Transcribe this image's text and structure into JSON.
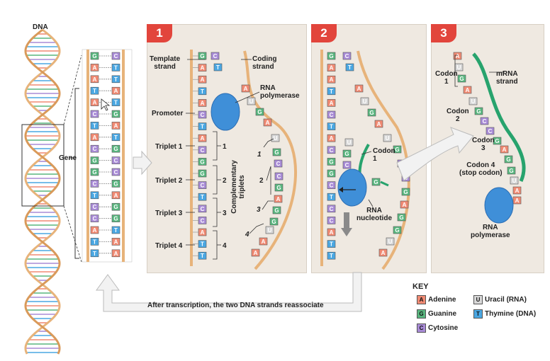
{
  "labels": {
    "dna": "DNA",
    "gene": "Gene",
    "template_strand": "Template\nstrand",
    "coding_strand": "Coding\nstrand",
    "rna_polymerase": "RNA\npolymerase",
    "promoter": "Promoter",
    "triplet1": "Triplet 1",
    "triplet2": "Triplet 2",
    "triplet3": "Triplet 3",
    "triplet4": "Triplet 4",
    "num1": "1",
    "num2": "2",
    "num3": "3",
    "num4": "4",
    "complementary_triplets": "Complementary\ntriplets",
    "codon1": "Codon\n1",
    "rna_nucleotide": "RNA\nnucleotide",
    "mrna_strand": "mRNA\nstrand",
    "codon2": "Codon\n2",
    "codon3": "Codon\n3",
    "codon4": "Codon 4\n(stop codon)",
    "rna_polymerase_3": "RNA\npolymerase",
    "reassociate": "After transcription, the two DNA strands reassociate"
  },
  "panels": [
    "1",
    "2",
    "3"
  ],
  "key": {
    "title": "KEY",
    "items": [
      {
        "letter": "A",
        "name": "Adenine",
        "color": "#f08a73"
      },
      {
        "letter": "U",
        "name": "Uracil (RNA)",
        "color": "#d8d8d8"
      },
      {
        "letter": "G",
        "name": "Guanine",
        "color": "#59b67f"
      },
      {
        "letter": "T",
        "name": "Thymine (DNA)",
        "color": "#4aa7e2"
      },
      {
        "letter": "C",
        "name": "Cytosine",
        "color": "#a88bd6"
      }
    ]
  },
  "gene_sequence": {
    "template": [
      "G",
      "A",
      "A",
      "T",
      "A",
      "C",
      "T",
      "A",
      "C",
      "G",
      "G",
      "C",
      "T",
      "C",
      "C",
      "A",
      "T",
      "T"
    ],
    "coding": [
      "C",
      "T",
      "T",
      "A",
      "T",
      "G",
      "A",
      "T",
      "G",
      "C",
      "C",
      "G",
      "A",
      "G",
      "G",
      "T",
      "A",
      "A"
    ]
  },
  "panel1_template": [
    "G",
    "A",
    "A",
    "T",
    "A",
    "C",
    "T",
    "A",
    "C",
    "G",
    "G",
    "C",
    "T",
    "C",
    "C",
    "A",
    "T",
    "T"
  ],
  "panel1_rna": [
    "A",
    "U",
    "G",
    "A",
    "U",
    "G",
    "C",
    "C",
    "G",
    "A",
    "G",
    "G",
    "U",
    "A",
    "A"
  ],
  "mrna_bases": [
    "A",
    "U",
    "G",
    "A",
    "U",
    "G",
    "C",
    "C",
    "G",
    "A",
    "G",
    "G",
    "U",
    "A",
    "A"
  ],
  "colors": {
    "A": "#f08a73",
    "G": "#59b67f",
    "C": "#a88bd6",
    "T": "#4aa7e2",
    "U": "#d8d8d8",
    "backbone": "#e7b37a",
    "mrna": "#27a36d",
    "polymerase": "#3f8fd8",
    "panel": "#efe9e1",
    "badge": "#e2453c",
    "arrow": "#f2f2f2"
  }
}
